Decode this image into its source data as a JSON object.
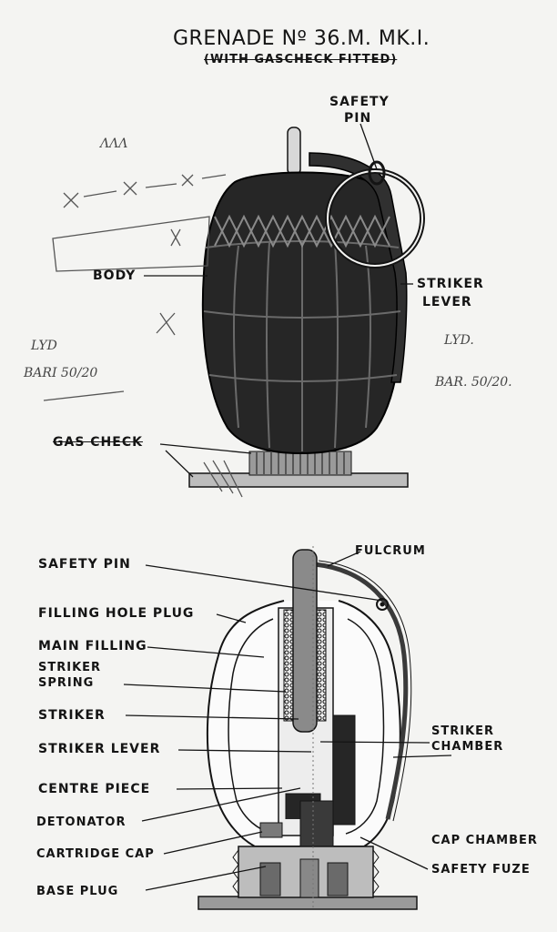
{
  "title": "GRENADE Nº 36.M. MK.I.",
  "subtitle": "(WITH GASCHECK FITTED)",
  "upper_labels": {
    "safety_pin_1": "SAFETY",
    "safety_pin_2": "PIN",
    "body": "BODY",
    "striker_lever_1": "STRIKER",
    "striker_lever_2": "LEVER",
    "gas_check": "GAS CHECK"
  },
  "section_labels": {
    "safety_pin": "SAFETY PIN",
    "fulcrum": "FULCRUM",
    "filling_hole_plug": "FILLING HOLE PLUG",
    "main_filling": "MAIN FILLING",
    "striker_spring_1": "STRIKER",
    "striker_spring_2": "SPRING",
    "striker": "STRIKER",
    "striker_lever": "STRIKER LEVER",
    "striker_chamber_1": "STRIKER",
    "striker_chamber_2": "CHAMBER",
    "centre_piece": "CENTRE PIECE",
    "detonator": "DETONATOR",
    "cartridge_cap": "CARTRIDGE CAP",
    "cap_chamber": "CAP CHAMBER",
    "base_plug": "BASE PLUG",
    "safety_fuze": "SAFETY FUZE"
  },
  "annotations": {
    "initials_top": "ΛΛΛ",
    "left_lyd": "LYD",
    "left_date": "BARI 50/20",
    "right_lyd": "LYD.",
    "right_date": "BAR. 50/20."
  },
  "colors": {
    "ink": "#141414",
    "body_fill": "#262626",
    "paper": "#f4f4f2"
  }
}
